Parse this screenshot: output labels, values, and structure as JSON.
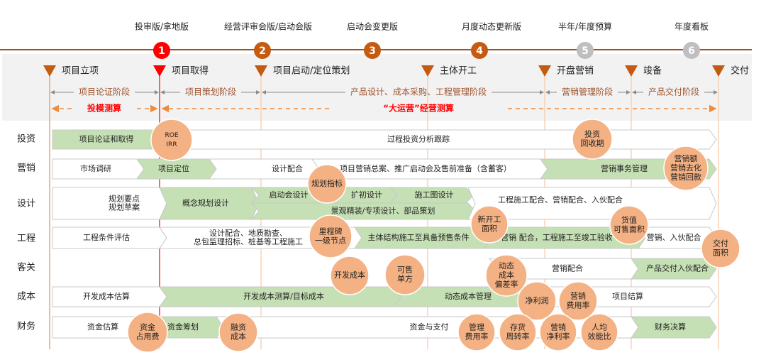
{
  "colors": {
    "timeline": "#a0521c",
    "active_node": "#ff0000",
    "node": "#c55a11",
    "inactive_node": "#bfbfbf",
    "green_segment": "#c5e0b4",
    "bubble": "#f4b183",
    "phase_text": "#a0522d",
    "estimate_text": "#ff0000",
    "dashed": "#f08a3c"
  },
  "versions": [
    {
      "num": "1",
      "label": "投审版/拿地版",
      "state": "active"
    },
    {
      "num": "2",
      "label": "经营评审会版/启动会版",
      "state": "done"
    },
    {
      "num": "3",
      "label": "启动会变更版",
      "state": "done"
    },
    {
      "num": "4",
      "label": "月度动态更新版",
      "state": "done"
    },
    {
      "num": "5",
      "label": "半年/年度预算",
      "state": "pending"
    },
    {
      "num": "6",
      "label": "年度看板",
      "state": "pending"
    }
  ],
  "milestones": [
    "项目立项",
    "项目取得",
    "项目启动/定位策划",
    "主体开工",
    "开盘营销",
    "竣备",
    "交付"
  ],
  "phases": [
    "项目论证阶段",
    "项目策划阶段",
    "产品设计、成本采购、工程管理阶段",
    "营销管理阶段",
    "产品交付阶段"
  ],
  "estimates": [
    "投模测算",
    "“大运营”经营测算"
  ],
  "rows": [
    {
      "name": "投资",
      "segments": [
        {
          "lines": [
            "项目论证和取得"
          ]
        },
        {
          "lines": [
            "过程投资分析跟踪"
          ]
        }
      ]
    },
    {
      "name": "营销",
      "segments": [
        {
          "lines": [
            "市场调研"
          ]
        },
        {
          "lines": [
            "项目定位"
          ]
        },
        {
          "lines": [
            "设计配合"
          ]
        },
        {
          "lines": [
            "项目营销总案、推广启动会及售前准备（含蓄客）"
          ]
        },
        {
          "lines": [
            "营销事务管理"
          ]
        }
      ]
    },
    {
      "name": "设计",
      "segments": [
        {
          "lines": [
            "规划要点",
            "规划草案"
          ]
        },
        {
          "lines": [
            "概念规划设计"
          ]
        },
        {
          "lines": [
            "启动会设计"
          ]
        },
        {
          "lines": [
            "扩初设计"
          ]
        },
        {
          "lines": [
            "施工图设计"
          ]
        },
        {
          "lines": [
            "景观精装/专项设计、部品策划"
          ]
        },
        {
          "lines": [
            "工程施工配合、营销配合、入伙配合"
          ]
        }
      ]
    },
    {
      "name": "工程",
      "segments": [
        {
          "lines": [
            "工程条件评估"
          ]
        },
        {
          "lines": [
            "设计配合、地质勘查、",
            "总包监理招标、桩基等工程施工"
          ]
        },
        {
          "lines": [
            "主体结构施工至具备预售条件"
          ]
        },
        {
          "lines": [
            "营销 配合，工程施工至竣工验收"
          ]
        },
        {
          "lines": [
            "营销、入伙配合"
          ]
        }
      ]
    },
    {
      "name": "客关",
      "segments": [
        {
          "lines": [
            "营销配合"
          ]
        },
        {
          "lines": [
            "产品交付入伙配合"
          ]
        }
      ]
    },
    {
      "name": "成本",
      "segments": [
        {
          "lines": [
            "开发成本估算"
          ]
        },
        {
          "lines": [
            "开发成本测算/目标成本"
          ]
        },
        {
          "lines": [
            "动态成本管理"
          ]
        },
        {
          "lines": [
            "项目结算"
          ]
        }
      ]
    },
    {
      "name": "财务",
      "segments": [
        {
          "lines": [
            "资金估算"
          ]
        },
        {
          "lines": [
            "资金筹划"
          ]
        },
        {
          "lines": [
            "资金与支付"
          ]
        },
        {
          "lines": [
            "财务决算"
          ]
        }
      ]
    }
  ],
  "indicators": [
    {
      "lines": [
        "ROE",
        "IRR"
      ]
    },
    {
      "lines": [
        "投资",
        "回收期"
      ]
    },
    {
      "lines": [
        "营销额",
        "营销去化",
        "营销回款"
      ]
    },
    {
      "lines": [
        "规划指标"
      ]
    },
    {
      "lines": [
        "新开工",
        "面积"
      ]
    },
    {
      "lines": [
        "货值",
        "可售面积"
      ]
    },
    {
      "lines": [
        "里程碑",
        "一级节点"
      ]
    },
    {
      "lines": [
        "交付",
        "面积"
      ]
    },
    {
      "lines": [
        "开发成本"
      ]
    },
    {
      "lines": [
        "可售",
        "单方"
      ]
    },
    {
      "lines": [
        "动态",
        "成本",
        "偏差率"
      ]
    },
    {
      "lines": [
        "净利润"
      ]
    },
    {
      "lines": [
        "营销",
        "费用率"
      ]
    },
    {
      "lines": [
        "资金",
        "占用费"
      ]
    },
    {
      "lines": [
        "融资",
        "成本"
      ]
    },
    {
      "lines": [
        "管理",
        "费用率"
      ]
    },
    {
      "lines": [
        "存货",
        "周转率"
      ]
    },
    {
      "lines": [
        "营销",
        "净利率"
      ]
    },
    {
      "lines": [
        "人均",
        "效能比"
      ]
    }
  ]
}
